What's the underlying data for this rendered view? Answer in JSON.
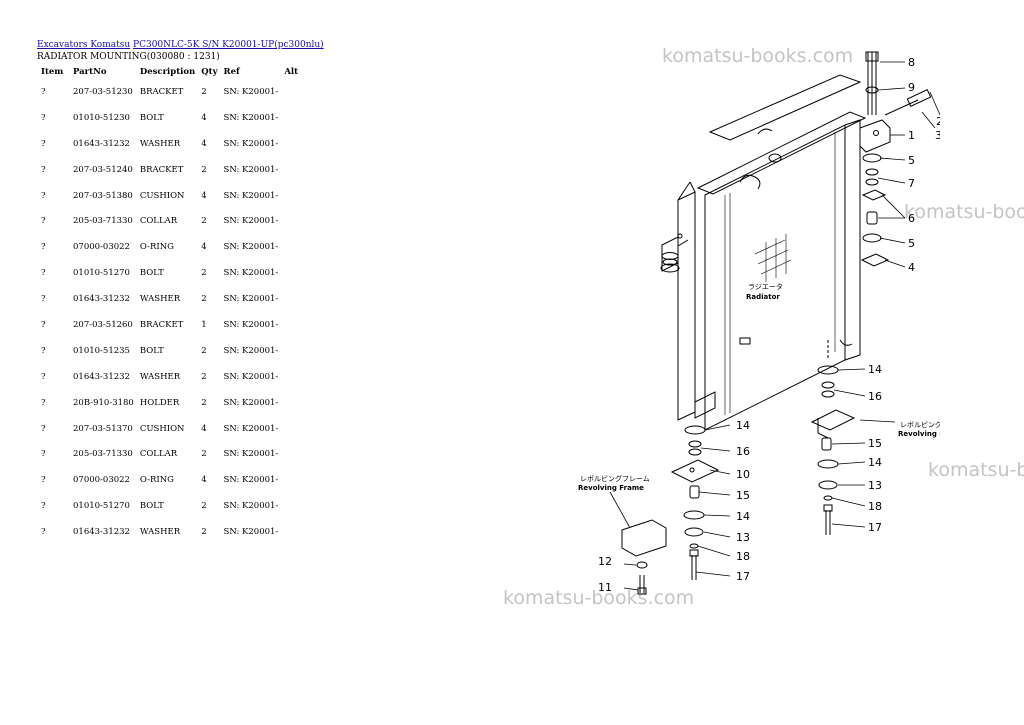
{
  "breadcrumb": {
    "link1": "Excavators Komatsu",
    "link2": "PC300NLC-5K S/N K20001-UP(pc300nlu)"
  },
  "section_title": "RADIATOR MOUNTING(030080 : 1231)",
  "table": {
    "headers": [
      "Item",
      "PartNo",
      "Description",
      "Qty",
      "Ref",
      "Alt"
    ],
    "rows": [
      [
        "?",
        "207-03-51230",
        "BRACKET",
        "2",
        "SN: K20001-",
        ""
      ],
      [
        "?",
        "01010-51230",
        "BOLT",
        "4",
        "SN: K20001-",
        ""
      ],
      [
        "?",
        "01643-31232",
        "WASHER",
        "4",
        "SN: K20001-",
        ""
      ],
      [
        "?",
        "207-03-51240",
        "BRACKET",
        "2",
        "SN: K20001-",
        ""
      ],
      [
        "?",
        "207-03-51380",
        "CUSHION",
        "4",
        "SN: K20001-",
        ""
      ],
      [
        "?",
        "205-03-71330",
        "COLLAR",
        "2",
        "SN: K20001-",
        ""
      ],
      [
        "?",
        "07000-03022",
        "O-RING",
        "4",
        "SN: K20001-",
        ""
      ],
      [
        "?",
        "01010-51270",
        "BOLT",
        "2",
        "SN: K20001-",
        ""
      ],
      [
        "?",
        "01643-31232",
        "WASHER",
        "2",
        "SN: K20001-",
        ""
      ],
      [
        "?",
        "207-03-51260",
        "BRACKET",
        "1",
        "SN: K20001-",
        ""
      ],
      [
        "?",
        "01010-51235",
        "BOLT",
        "2",
        "SN: K20001-",
        ""
      ],
      [
        "?",
        "01643-31232",
        "WASHER",
        "2",
        "SN: K20001-",
        ""
      ],
      [
        "?",
        "20B-910-3180",
        "HOLDER",
        "2",
        "SN: K20001-",
        ""
      ],
      [
        "?",
        "207-03-51370",
        "CUSHION",
        "4",
        "SN: K20001-",
        ""
      ],
      [
        "?",
        "205-03-71330",
        "COLLAR",
        "2",
        "SN: K20001-",
        ""
      ],
      [
        "?",
        "07000-03022",
        "O-RING",
        "4",
        "SN: K20001-",
        ""
      ],
      [
        "?",
        "01010-51270",
        "BOLT",
        "2",
        "SN: K20001-",
        ""
      ],
      [
        "?",
        "01643-31232",
        "WASHER",
        "2",
        "SN: K20001-",
        ""
      ]
    ]
  },
  "watermark": "komatsu-books.com",
  "diagram": {
    "callouts": {
      "c1": "1",
      "c2": "2",
      "c3": "3",
      "c4": "4",
      "c5": "5",
      "c6": "6",
      "c7": "7",
      "c8": "8",
      "c9": "9",
      "c10": "10",
      "c11": "11",
      "c12": "12",
      "c13": "13",
      "c14": "14",
      "c15": "15",
      "c16": "16",
      "c17": "17",
      "c18": "18"
    },
    "radiator_jp": "ラジエータ",
    "radiator_en": "Radiator",
    "frame_jp": "レボルビングフレーム",
    "frame_en": "Revolving Frame"
  }
}
